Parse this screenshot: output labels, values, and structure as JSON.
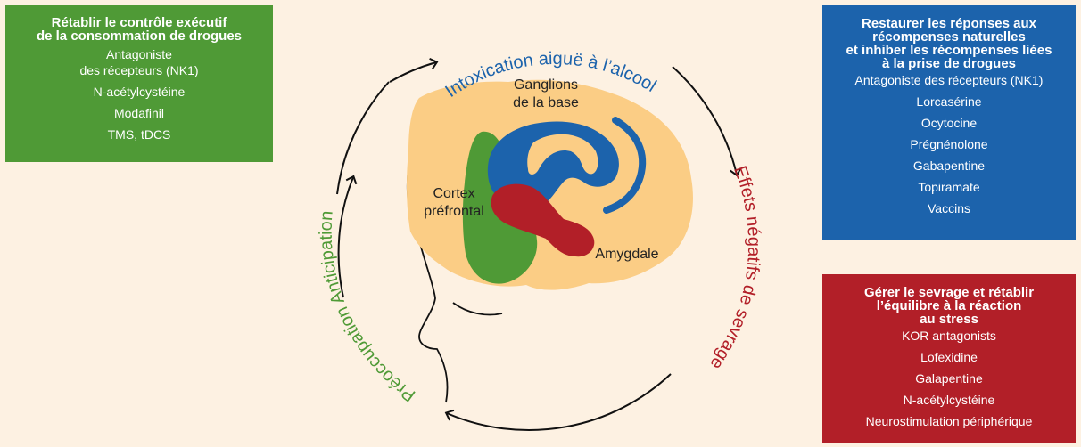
{
  "cycle": {
    "top_label": "Intoxication aiguë à l’alcool",
    "right_label": "Effets négatifs de sevrage",
    "left_label": "Préoccupation Anticipation"
  },
  "brain_regions": {
    "basal_ganglia": [
      "Ganglions",
      "de la base"
    ],
    "prefrontal_cortex": [
      "Cortex",
      "préfrontal"
    ],
    "amygdala": "Amygdale"
  },
  "boxes": {
    "green": {
      "title": [
        "Rétablir le contrôle exécutif",
        "de la consommation de drogues"
      ],
      "items": [
        "Antagoniste",
        "des récepteurs (NK1)",
        "N-acétylcystéine",
        "Modafinil",
        "TMS, tDCS"
      ]
    },
    "blue": {
      "title": [
        "Restaurer les réponses aux",
        "récompenses naturelles",
        "et inhiber les récompenses liées",
        "à la prise de drogues"
      ],
      "items": [
        "Antagoniste des récepteurs (NK1)",
        "Lorcasérine",
        "Ocytocine",
        "Prégnénolone",
        "Gabapentine",
        "Topiramate",
        "Vaccins"
      ]
    },
    "red": {
      "title": [
        "Gérer le sevrage et rétablir",
        "l’équilibre à la réaction",
        "au stress"
      ],
      "items": [
        "KOR antagonists",
        "Lofexidine",
        "Galapentine",
        "N-acétylcystéine",
        "Neurostimulation périphérique"
      ]
    }
  },
  "colors": {
    "background": "#fdf1e2",
    "green": "#4f9a36",
    "blue": "#1c63ac",
    "red": "#b21f28",
    "brain": "#fbcd85"
  }
}
